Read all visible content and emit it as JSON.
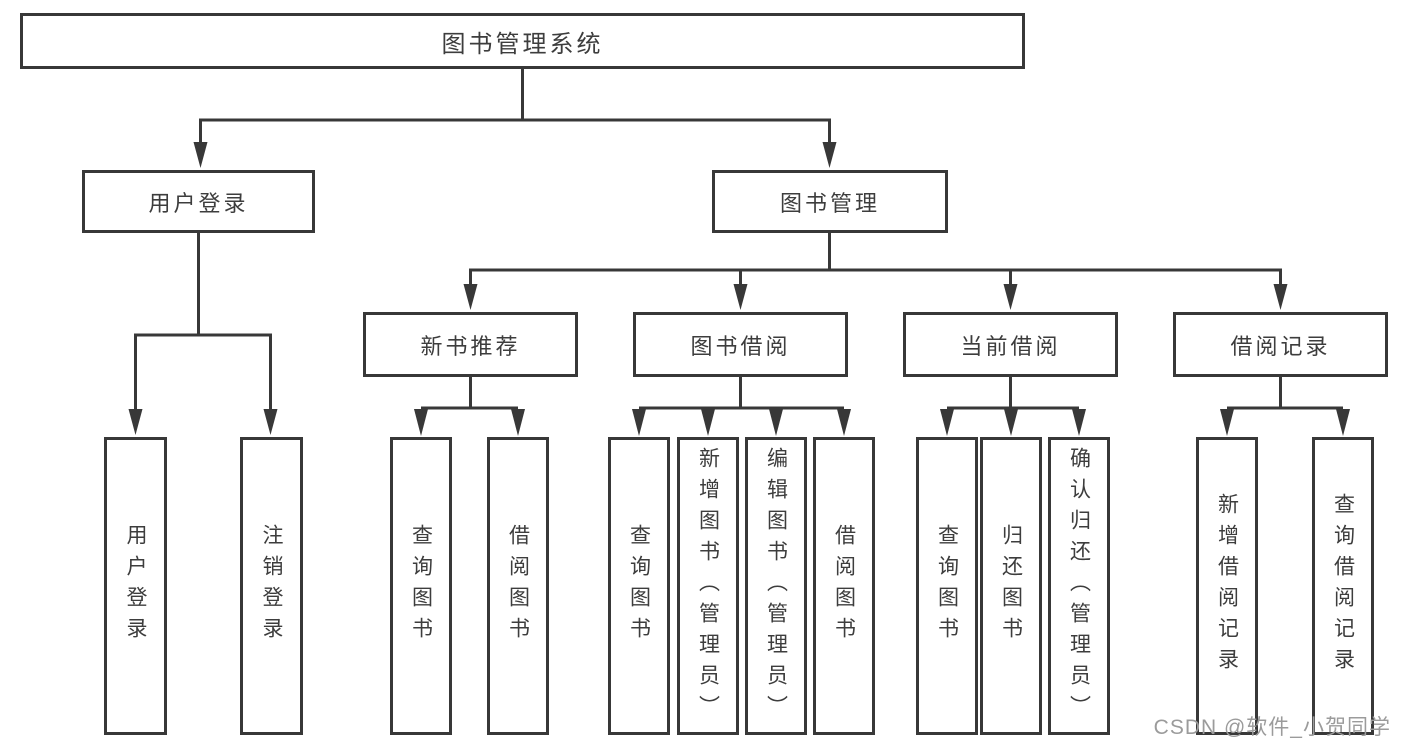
{
  "diagram": {
    "title_node": {
      "label": "图书管理系统"
    },
    "level2": [
      {
        "label": "用户登录"
      },
      {
        "label": "图书管理"
      }
    ],
    "level3": [
      {
        "label": "新书推荐"
      },
      {
        "label": "图书借阅"
      },
      {
        "label": "当前借阅"
      },
      {
        "label": "借阅记录"
      }
    ],
    "leaves": {
      "user_login": [
        "用户登录",
        "注销登录"
      ],
      "new_book": [
        "查询图书",
        "借阅图书"
      ],
      "borrow": [
        "查询图书",
        "新增图书（管理员）",
        "编辑图书（管理员）",
        "借阅图书"
      ],
      "current": [
        "查询图书",
        "归还图书",
        "确认归还（管理员）"
      ],
      "records": [
        "新增借阅记录",
        "查询借阅记录"
      ]
    }
  },
  "watermark": {
    "text": "CSDN @软件_小贺同学"
  },
  "colors": {
    "line": "#383838",
    "text": "#3d3d3d",
    "watermark": "#9b9b9b",
    "background": "#ffffff"
  }
}
